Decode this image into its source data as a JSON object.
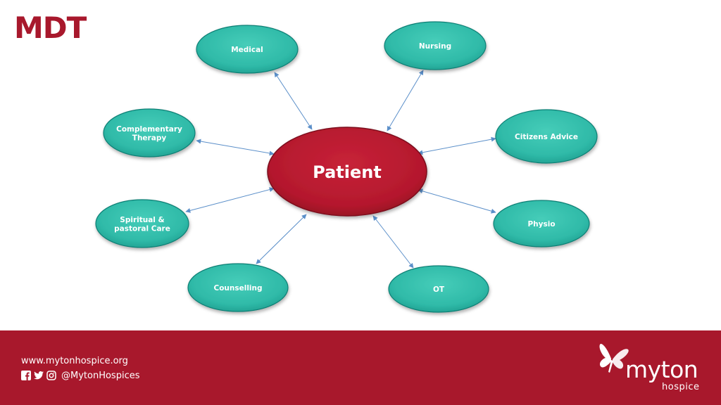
{
  "title": "MDT",
  "colors": {
    "brand_red": "#a8182c",
    "patient_fill": "#b8192f",
    "node_fill": "#2fbaa8",
    "node_stroke": "#0e7f74",
    "connector": "#5b8fc9",
    "footer_bg": "#a8182c"
  },
  "center": {
    "label": "Patient"
  },
  "nodes": [
    {
      "id": "medical",
      "lines": [
        "Medical"
      ]
    },
    {
      "id": "nursing",
      "lines": [
        "Nursing"
      ]
    },
    {
      "id": "complementary-therapy",
      "lines": [
        "Complementary",
        "Therapy"
      ]
    },
    {
      "id": "citizens-advice",
      "lines": [
        "Citizens Advice"
      ]
    },
    {
      "id": "spiritual-pastoral-care",
      "lines": [
        "Spiritual &",
        "pastoral Care"
      ]
    },
    {
      "id": "physio",
      "lines": [
        "Physio"
      ]
    },
    {
      "id": "counselling",
      "lines": [
        "Counselling"
      ]
    },
    {
      "id": "ot",
      "lines": [
        "OT"
      ]
    }
  ],
  "footer": {
    "website": "www.mytonhospice.org",
    "social_handle": "@MytonHospices",
    "social_icons": [
      "facebook-icon",
      "twitter-icon",
      "instagram-icon"
    ]
  },
  "logo": {
    "word": "myton",
    "sub": "hospice",
    "icon": "butterfly-icon"
  }
}
